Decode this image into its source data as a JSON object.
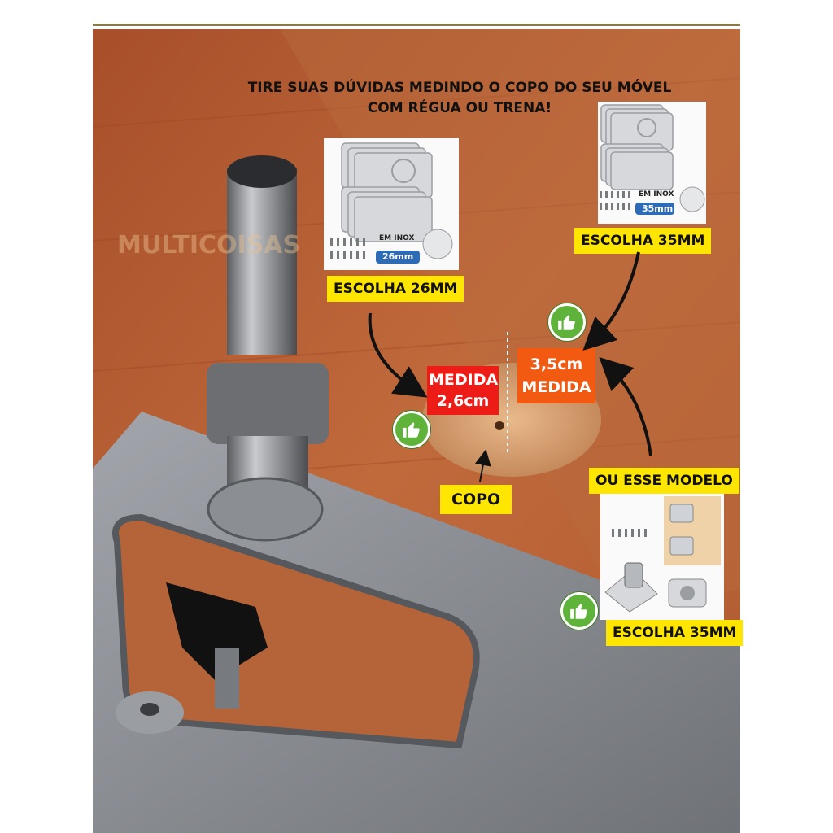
{
  "headline": {
    "line1": "TIRE SUAS DÚVIDAS MEDINDO O COPO DO SEU MÓVEL",
    "line2": "COM RÉGUA OU TRENA!"
  },
  "labels": {
    "choose_26": "ESCOLHA 26MM",
    "choose_35_top": "ESCOLHA 35MM",
    "or_this_model": "OU ESSE MODELO",
    "choose_35_bottom": "ESCOLHA 35MM",
    "cup": "COPO"
  },
  "measurements": {
    "small": {
      "word": "MEDIDA",
      "value": "2,6cm"
    },
    "large": {
      "value": "3,5cm",
      "word": "MEDIDA"
    }
  },
  "products": {
    "card_26": {
      "material": "EM INOX",
      "size": "26mm"
    },
    "card_35": {
      "material": "EM INOX",
      "size": "35mm"
    }
  },
  "watermark": {
    "brand": "MULTICOISAS"
  },
  "icons": [
    "thumbs-up-icon",
    "arrow-icon",
    "hinge-plate-icon",
    "screw-icon"
  ],
  "colors": {
    "yellow": "#ffe600",
    "red": "#ee1c16",
    "orange": "#f25a12",
    "green": "#4d9a2f",
    "wood": "#b7643a",
    "metal": "#8d9096"
  }
}
